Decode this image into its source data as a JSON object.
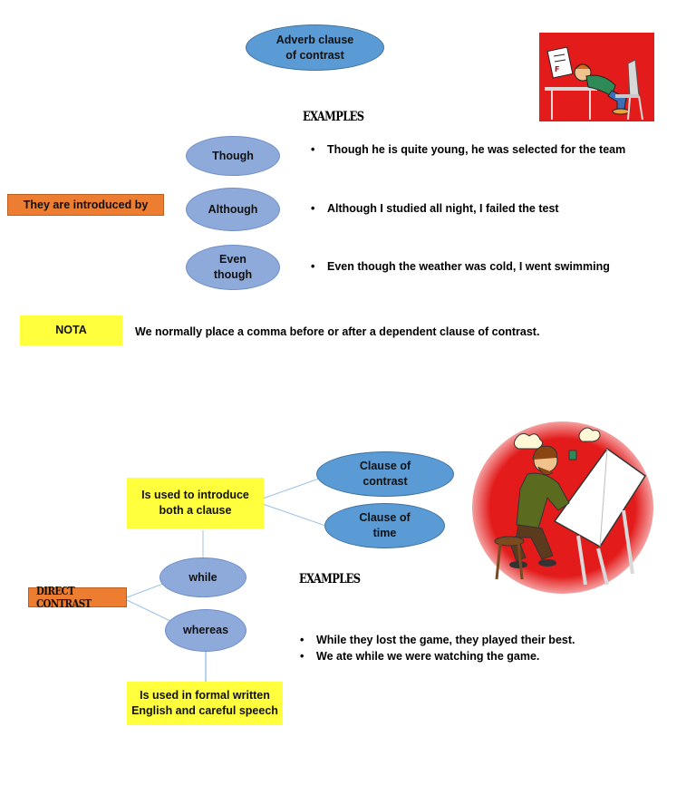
{
  "top": {
    "title_line1": "Adverb clause",
    "title_line2": "of contrast",
    "examples_heading": "EXAMPLES",
    "introduced_label": "They are introduced by",
    "connectors": [
      {
        "line1": "Though",
        "line2": ""
      },
      {
        "line1": "Although",
        "line2": ""
      },
      {
        "line1": "Even",
        "line2": "though"
      }
    ],
    "examples": [
      "Though he is quite young, he was selected for the team",
      "Although I studied all night, I failed the test",
      "Even though the weather was cold, I went swimming"
    ],
    "nota_label": "NOTA",
    "nota_text": "We normally place a comma before or after a dependent clause of contrast."
  },
  "bottom": {
    "direct_contrast_label": "DIRECT CONTRAST",
    "use_box": {
      "line1": "Is used to introduce",
      "line2": "both a clause"
    },
    "clause_contrast": {
      "line1": "Clause of",
      "line2": "contrast"
    },
    "clause_time": {
      "line1": "Clause of",
      "line2": "time"
    },
    "while_label": "while",
    "whereas_label": "whereas",
    "formal_box": {
      "line1": "Is used in formal written",
      "line2": "English and careful speech"
    },
    "examples_heading": "EXAMPLES",
    "examples": [
      "While they lost the game, they played their best.",
      "We ate while we were watching the game."
    ]
  },
  "colors": {
    "blue_ellipse": "#5b9bd5",
    "lavender_ellipse": "#8eaadb",
    "orange_box": "#ed7d31",
    "yellow_box": "#ffff3d",
    "connector_line": "#9dc3e6"
  }
}
